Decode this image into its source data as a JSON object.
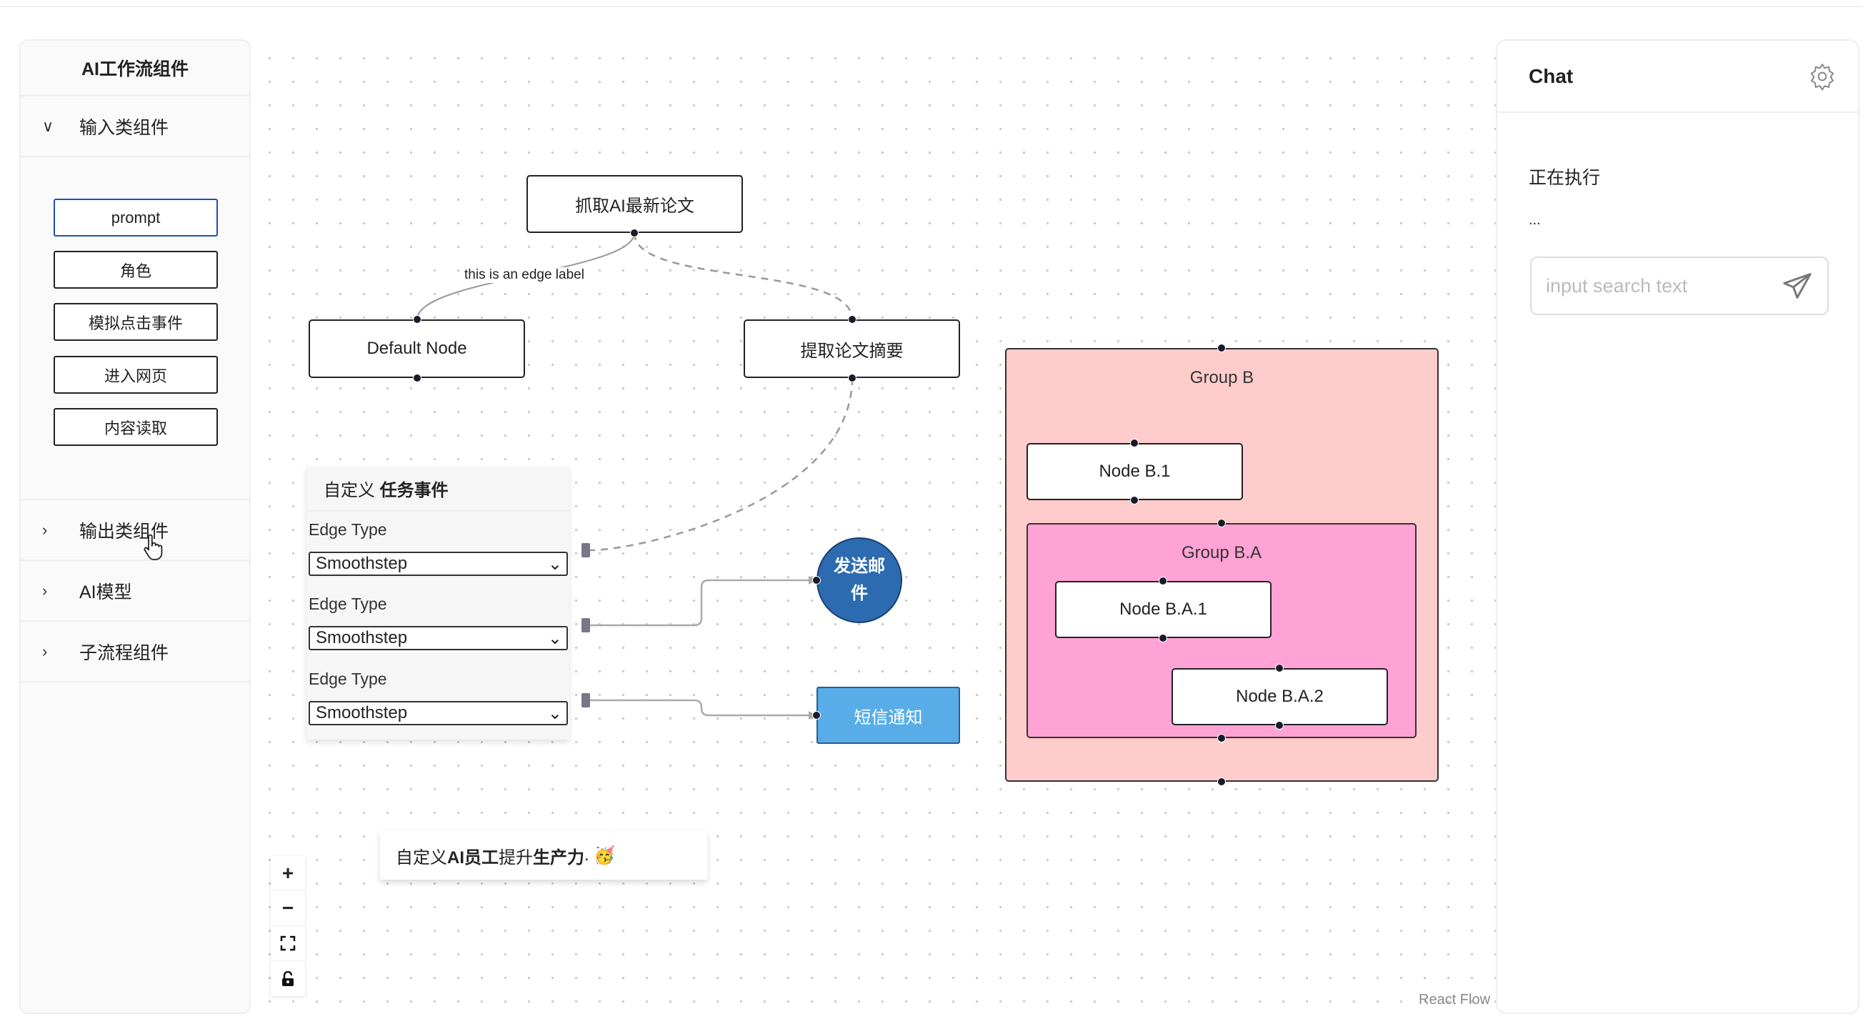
{
  "sidebar": {
    "title": "AI工作流组件",
    "sections": [
      {
        "label": "输入类组件",
        "expanded": true,
        "items": [
          "prompt",
          "角色",
          "模拟点击事件",
          "进入网页",
          "内容读取"
        ]
      },
      {
        "label": "输出类组件",
        "expanded": false
      },
      {
        "label": "AI模型",
        "expanded": false
      },
      {
        "label": "子流程组件",
        "expanded": false
      }
    ]
  },
  "canvas": {
    "nodes": {
      "fetch": "抓取AI最新论文",
      "default": "Default Node",
      "extract": "提取论文摘要",
      "email": "发送邮件",
      "sms": "短信通知"
    },
    "edge_label": "this is an edge label",
    "custom_node": {
      "title_prefix": "自定义",
      "title_bold": "任务事件",
      "rows": [
        {
          "label": "Edge Type",
          "value": "Smoothstep"
        },
        {
          "label": "Edge Type",
          "value": "Smoothstep"
        },
        {
          "label": "Edge Type",
          "value": "Smoothstep"
        }
      ]
    },
    "groups": {
      "b": "Group B",
      "b1": "Node B.1",
      "ba": "Group B.A",
      "ba1": "Node B.A.1",
      "ba2": "Node B.A.2"
    },
    "annotation": {
      "p1": "自定义 ",
      "b1": "AI员工",
      "p2": " 提升 ",
      "b2": "生产力",
      "p3": ".",
      "emoji": "🥳"
    },
    "controls": [
      "zoom-in",
      "zoom-out",
      "fit-view",
      "lock"
    ],
    "attribution": "React Flow"
  },
  "colors": {
    "group_b": "#ffcccc",
    "group_ba": "#ffa3d6",
    "email": "#2c6bb0",
    "sms": "#58ade9"
  },
  "chat": {
    "title": "Chat",
    "status": "正在执行",
    "message": "...",
    "input_placeholder": "input search text"
  }
}
